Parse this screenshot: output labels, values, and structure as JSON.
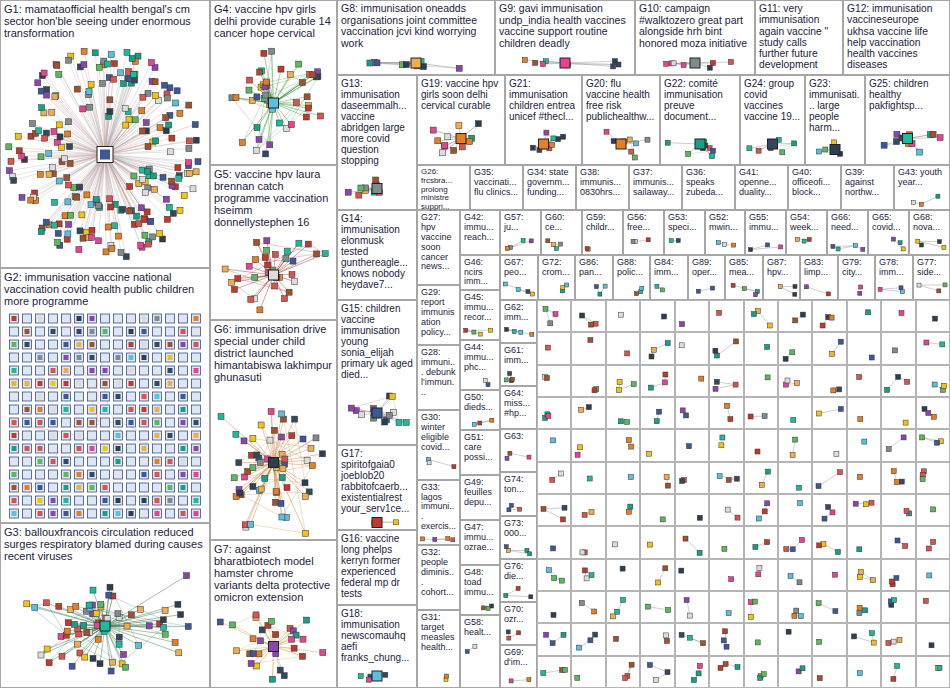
{
  "diagram": {
    "nodes": [
      {
        "text": [
          "G1: mamataofficial health bengal's cm sector hon'ble seeing under enormous transformation"
        ]
      },
      {
        "text": [
          "G2: immunisation vaccine national vaccination covid health public children more programme"
        ]
      },
      {
        "text": [
          "G3: ballouxfrancois circulation reduced surges respiratory blamed during causes recent viruses"
        ]
      },
      {
        "text": [
          "G4: vaccine hpv girls delhi provide curable 14 cancer hope cervical"
        ]
      },
      {
        "text": [
          "G5: vaccine hpv laura brennan catch programme vaccination hseimm donnellystephen 16"
        ]
      },
      {
        "text": [
          "G6: immunisation drive special under child district launched himantabiswa lakhimpur ghunasuti"
        ]
      },
      {
        "text": [
          "G7: against bharatbiotech model hamster chrome variants delta protective omicron extension"
        ]
      },
      {
        "text": [
          "G8: immunisation oneadds organisations joint committee vaccination jcvi kind worrying work"
        ]
      },
      {
        "text": [
          "G9: gavi immunisation undp_india health vaccines vaccine support routine children deadly"
        ]
      },
      {
        "text": [
          "G10: campaign #walktozero great part alongside hrh bint honored moza initiative"
        ]
      },
      {
        "text": [
          "G11: very immunisation again vaccine \" study calls further future development"
        ]
      },
      {
        "text": [
          "G12: immunisation vaccineseurope ukhsa vaccine life help vaccination health vaccines diseases"
        ]
      },
      {
        "text": [
          "G13: immunisation daseemmalh... vaccine abridgen large more covid question stopping"
        ]
      },
      {
        "text": [
          "G19: vaccine hpv girls soon delhi cervical curable"
        ]
      },
      {
        "text": [
          "G21: immunisation children entrea unicef #thecl..."
        ]
      },
      {
        "text": [
          "G20: flu vaccine health free risk publichealthw..."
        ]
      },
      {
        "text": [
          "G22: comité immunisation preuve document..."
        ]
      },
      {
        "text": [
          "G24: group covid vaccines vaccine 19..."
        ]
      },
      {
        "text": [
          "G23: immunisati... large people harm..."
        ]
      },
      {
        "text": [
          "G25: children healthy pakfightsp..."
        ]
      },
      {
        "text": [
          "G26: frcsbra... prolong ministre suppri..."
        ]
      },
      {
        "text": [
          "G35: vaccinati... flu clinics..."
        ]
      },
      {
        "text": [
          "G34: state governm... funding..."
        ]
      },
      {
        "text": [
          "G38: immunis... 0830hrs..."
        ]
      },
      {
        "text": [
          "G37: immunis... sailaway..."
        ]
      },
      {
        "text": [
          "G36: speaks zubeda..."
        ]
      },
      {
        "text": [
          "G41: openne... duality..."
        ]
      },
      {
        "text": [
          "G40: officeofi... block..."
        ]
      },
      {
        "text": [
          "G39: against northw..."
        ]
      },
      {
        "text": [
          "G43: youth year..."
        ]
      },
      {
        "text": [
          "G14: immunisation elonmusk tested gunthereagle... knows nobody heydave7..."
        ]
      },
      {
        "text": [
          "G15: children vaccine immunisation young sonia_elijah primary uk aged died..."
        ]
      },
      {
        "text": [
          "G17: spiritofgaia0 joeblob20 rabbitofcaerb... existentialrest your_serv1ce..."
        ]
      },
      {
        "text": [
          "G16: vaccine long phelps kerryn former experienced federal mp dr tests"
        ]
      },
      {
        "text": [
          "G18: immunisation newscomauhq aefi franks_chung..."
        ]
      },
      {
        "text": [
          "G27: hpv vaccine soon cancer news..."
        ]
      },
      {
        "text": [
          "G29: report immunisation policy..."
        ]
      },
      {
        "text": [
          "G28: immuni... debunk l'immun..."
        ]
      },
      {
        "text": [
          "G30: winter eligible covid..."
        ]
      },
      {
        "text": [
          "G33: lagos immuni... exercis..."
        ]
      },
      {
        "text": [
          "G32: people diminis... cohort..."
        ]
      },
      {
        "text": [
          "G31: target measles health..."
        ]
      },
      {
        "text": [
          "G42: immu... reach..."
        ]
      },
      {
        "text": [
          "G46: ncirs imm..."
        ]
      },
      {
        "text": [
          "G45: immu... recor..."
        ]
      },
      {
        "text": [
          "G44: immu... phc..."
        ]
      },
      {
        "text": [
          "G50: dieds..."
        ]
      },
      {
        "text": [
          "G51: care possi..."
        ]
      },
      {
        "text": [
          "G49: feuilles depu..."
        ]
      },
      {
        "text": [
          "G47: immu... ozrae..."
        ]
      },
      {
        "text": [
          "G48: toad immu..."
        ]
      },
      {
        "text": [
          "G58: healt..."
        ]
      },
      {
        "text": [
          "G57: ju..."
        ]
      },
      {
        "text": [
          "G60: ce..."
        ]
      },
      {
        "text": [
          "G59: childr..."
        ]
      },
      {
        "text": [
          "G56: free..."
        ]
      },
      {
        "text": [
          "G53: speci..."
        ]
      },
      {
        "text": [
          "G52: mwin..."
        ]
      },
      {
        "text": [
          "G55: immu..."
        ]
      },
      {
        "text": [
          "G54: week..."
        ]
      },
      {
        "text": [
          "G66: need..."
        ]
      },
      {
        "text": [
          "G65: covid..."
        ]
      },
      {
        "text": [
          "G68: nova..."
        ]
      },
      {
        "text": [
          "G67: peo..."
        ]
      },
      {
        "text": [
          "G72: crom..."
        ]
      },
      {
        "text": [
          "G86: pan..."
        ]
      },
      {
        "text": [
          "G88: polic..."
        ]
      },
      {
        "text": [
          "G84: imm..."
        ]
      },
      {
        "text": [
          "G89: oper..."
        ]
      },
      {
        "text": [
          "G85: mea..."
        ]
      },
      {
        "text": [
          "G87: hpv..."
        ]
      },
      {
        "text": [
          "G83: limp..."
        ]
      },
      {
        "text": [
          "G79: city..."
        ]
      },
      {
        "text": [
          "G78: imm..."
        ]
      },
      {
        "text": [
          "G77: side..."
        ]
      },
      {
        "text": [
          "G62: imm..."
        ]
      },
      {
        "text": [
          "G61: imm..."
        ]
      },
      {
        "text": [
          "G64: miss... #hp..."
        ]
      },
      {
        "text": [
          "G63:"
        ]
      },
      {
        "text": [
          "G74: ton..."
        ]
      },
      {
        "text": [
          "G73: 000..."
        ]
      },
      {
        "text": [
          "G76: die..."
        ]
      },
      {
        "text": [
          "G70: ozr..."
        ]
      },
      {
        "text": [
          "G69: d'im..."
        ]
      }
    ]
  }
}
